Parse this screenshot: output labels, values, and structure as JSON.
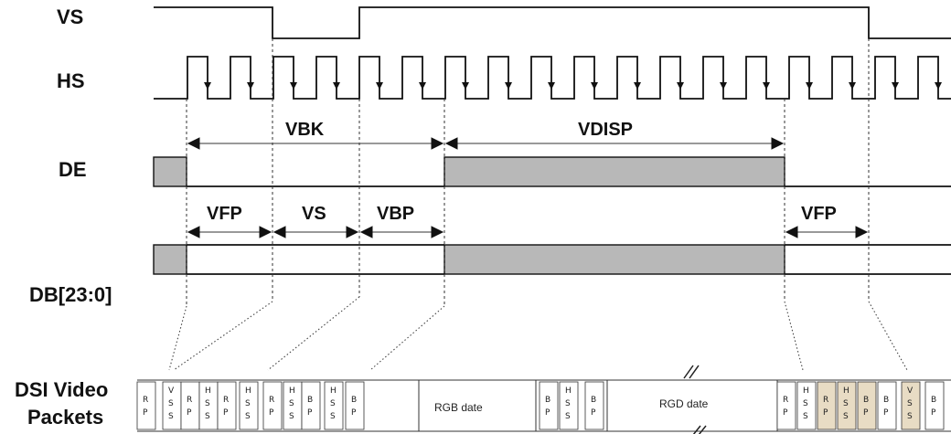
{
  "signals": {
    "vs": "VS",
    "hs": "HS",
    "de": "DE",
    "db": "DB[23:0]",
    "dsi_line1": "DSI Video",
    "dsi_line2": "Packets"
  },
  "spans": {
    "vbk": "VBK",
    "vdisp": "VDISP",
    "vfp": "VFP",
    "vs": "VS",
    "vbp": "VBP",
    "vfp_end": "VFP"
  },
  "packets": {
    "rgb_1": "RGB date",
    "rgb_2": "RGD date",
    "cells": [
      [
        "R",
        "P"
      ],
      [
        "V",
        "S",
        "S"
      ],
      [
        "R",
        "P"
      ],
      [
        "H",
        "S",
        "S"
      ],
      [
        "R",
        "P"
      ],
      [
        "H",
        "S",
        "S"
      ],
      [
        "R",
        "P"
      ],
      [
        "H",
        "S",
        "S"
      ],
      [
        "B",
        "P"
      ],
      [
        "H",
        "S",
        "S"
      ],
      [
        "B",
        "P"
      ],
      [
        "B",
        "P"
      ],
      [
        "H",
        "S",
        "S"
      ],
      [
        "B",
        "P"
      ],
      [
        "R",
        "P"
      ],
      [
        "H",
        "S",
        "S"
      ],
      [
        "R",
        "P"
      ],
      [
        "H",
        "S",
        "S"
      ],
      [
        "B",
        "P"
      ],
      [
        "B",
        "P"
      ],
      [
        "V",
        "S",
        "S"
      ],
      [
        "B",
        "P"
      ]
    ]
  },
  "colors": {
    "bar_fill": "#b8b8b8",
    "line": "#111111",
    "highlight": "#e8dcc4"
  }
}
